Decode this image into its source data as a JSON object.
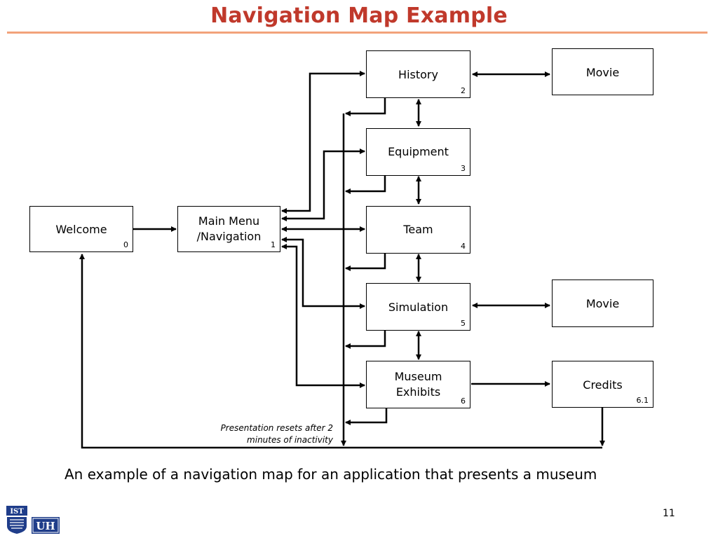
{
  "slide": {
    "title": "Navigation Map Example",
    "caption": "An example of a navigation map for an application that presents a museum",
    "page_number": "11"
  },
  "nodes": {
    "welcome": {
      "label": "Welcome",
      "num": "0"
    },
    "main_menu": {
      "label": "Main Menu\n/Navigation",
      "num": "1"
    },
    "history": {
      "label": "History",
      "num": "2"
    },
    "equipment": {
      "label": "Equipment",
      "num": "3"
    },
    "team": {
      "label": "Team",
      "num": "4"
    },
    "simulation": {
      "label": "Simulation",
      "num": "5"
    },
    "museum_exhibits": {
      "label": "Museum\nExhibits",
      "num": "6"
    },
    "movie_history": {
      "label": "Movie"
    },
    "movie_simulation": {
      "label": "Movie"
    },
    "credits": {
      "label": "Credits",
      "num": "6.1"
    }
  },
  "annotation": "Presentation resets after 2 minutes of inactivity",
  "logos": {
    "ist": {
      "name": "ist-studies-logo",
      "text": "IST STUDIES"
    },
    "uh": {
      "name": "uh-logo",
      "text": "UH"
    }
  }
}
